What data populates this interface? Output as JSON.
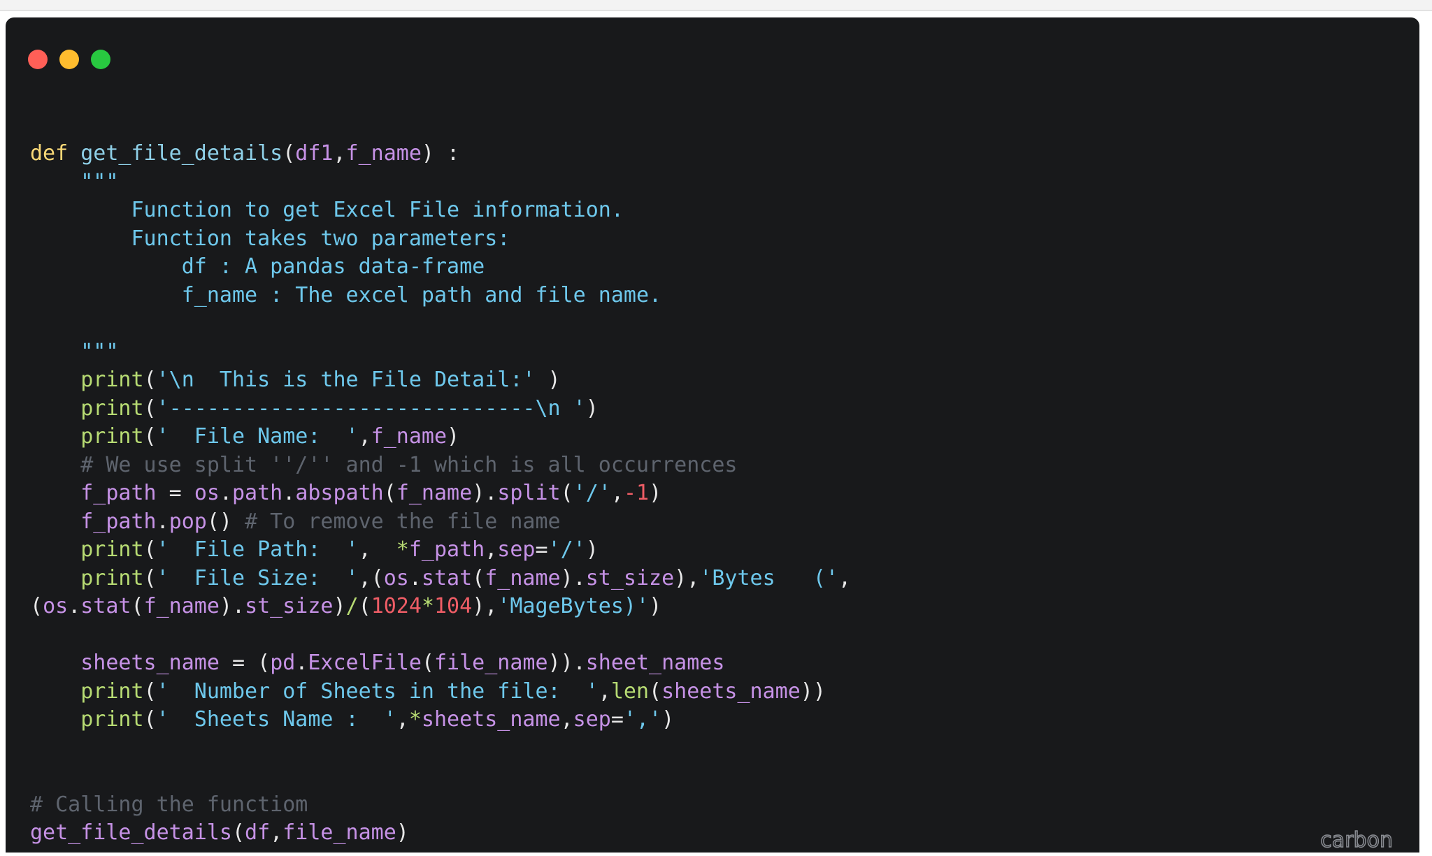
{
  "window": {
    "controls": [
      {
        "name": "close",
        "color": "#ff5f57"
      },
      {
        "name": "minimize",
        "color": "#febc2e"
      },
      {
        "name": "zoom",
        "color": "#28c840"
      }
    ],
    "background": "#18191b"
  },
  "theme": {
    "keyword": "#f8d877",
    "function": "#8fd0e8",
    "identifier": "#c692e6",
    "string": "#6ec8ec",
    "builtin": "#b7db73",
    "number": "#ef5d66",
    "comment": "#5e646e",
    "punctuation": "#e8e8e8"
  },
  "code_lines": [
    [
      [
        "kw",
        "def"
      ],
      [
        "pn",
        " "
      ],
      [
        "fn",
        "get_file_details"
      ],
      [
        "pn",
        "("
      ],
      [
        "prm",
        "df1"
      ],
      [
        "pn",
        ","
      ],
      [
        "prm",
        "f_name"
      ],
      [
        "pn",
        ") :"
      ]
    ],
    [
      [
        "pn",
        "    "
      ],
      [
        "str",
        "\"\"\""
      ]
    ],
    [
      [
        "str",
        "        Function to get Excel File information."
      ]
    ],
    [
      [
        "str",
        "        Function takes two parameters:"
      ]
    ],
    [
      [
        "str",
        "            df : A pandas data-frame"
      ]
    ],
    [
      [
        "str",
        "            f_name : The excel path and file name."
      ]
    ],
    [],
    [
      [
        "pn",
        "    "
      ],
      [
        "str",
        "\"\"\""
      ]
    ],
    [
      [
        "pn",
        "    "
      ],
      [
        "bi",
        "print"
      ],
      [
        "pn",
        "("
      ],
      [
        "str",
        "'\\n  This is the File Detail:'"
      ],
      [
        "pn",
        " )"
      ]
    ],
    [
      [
        "pn",
        "    "
      ],
      [
        "bi",
        "print"
      ],
      [
        "pn",
        "("
      ],
      [
        "str",
        "'-----------------------------\\n '"
      ],
      [
        "pn",
        ")"
      ]
    ],
    [
      [
        "pn",
        "    "
      ],
      [
        "bi",
        "print"
      ],
      [
        "pn",
        "("
      ],
      [
        "str",
        "'  File Name:  '"
      ],
      [
        "pn",
        ","
      ],
      [
        "id",
        "f_name"
      ],
      [
        "pn",
        ")"
      ]
    ],
    [
      [
        "pn",
        "    "
      ],
      [
        "cmt",
        "# We use split ''/'' and -1 which is all occurrences"
      ]
    ],
    [
      [
        "pn",
        "    "
      ],
      [
        "id",
        "f_path"
      ],
      [
        "pn",
        " = "
      ],
      [
        "id",
        "os"
      ],
      [
        "pn",
        "."
      ],
      [
        "id",
        "path"
      ],
      [
        "pn",
        "."
      ],
      [
        "id",
        "abspath"
      ],
      [
        "pn",
        "("
      ],
      [
        "id",
        "f_name"
      ],
      [
        "pn",
        ")."
      ],
      [
        "id",
        "split"
      ],
      [
        "pn",
        "("
      ],
      [
        "str",
        "'/'"
      ],
      [
        "pn",
        ","
      ],
      [
        "num",
        "-1"
      ],
      [
        "pn",
        ")"
      ]
    ],
    [
      [
        "pn",
        "    "
      ],
      [
        "id",
        "f_path"
      ],
      [
        "pn",
        "."
      ],
      [
        "id",
        "pop"
      ],
      [
        "pn",
        "() "
      ],
      [
        "cmt",
        "# To remove the file name"
      ]
    ],
    [
      [
        "pn",
        "    "
      ],
      [
        "bi",
        "print"
      ],
      [
        "pn",
        "("
      ],
      [
        "str",
        "'  File Path:  '"
      ],
      [
        "pn",
        ",  "
      ],
      [
        "bi",
        "*"
      ],
      [
        "id",
        "f_path"
      ],
      [
        "pn",
        ","
      ],
      [
        "id",
        "sep"
      ],
      [
        "pn",
        "="
      ],
      [
        "str",
        "'/'"
      ],
      [
        "pn",
        ")"
      ]
    ],
    [
      [
        "pn",
        "    "
      ],
      [
        "bi",
        "print"
      ],
      [
        "pn",
        "("
      ],
      [
        "str",
        "'  File Size:  '"
      ],
      [
        "pn",
        ",("
      ],
      [
        "id",
        "os"
      ],
      [
        "pn",
        "."
      ],
      [
        "id",
        "stat"
      ],
      [
        "pn",
        "("
      ],
      [
        "id",
        "f_name"
      ],
      [
        "pn",
        ")."
      ],
      [
        "id",
        "st_size"
      ],
      [
        "pn",
        "),"
      ],
      [
        "str",
        "'Bytes   ('"
      ],
      [
        "pn",
        ","
      ]
    ],
    [
      [
        "pn",
        "("
      ],
      [
        "id",
        "os"
      ],
      [
        "pn",
        "."
      ],
      [
        "id",
        "stat"
      ],
      [
        "pn",
        "("
      ],
      [
        "id",
        "f_name"
      ],
      [
        "pn",
        ")."
      ],
      [
        "id",
        "st_size"
      ],
      [
        "pn",
        ")"
      ],
      [
        "bi",
        "/"
      ],
      [
        "pn",
        "("
      ],
      [
        "num",
        "1024"
      ],
      [
        "bi",
        "*"
      ],
      [
        "num",
        "104"
      ],
      [
        "pn",
        "),"
      ],
      [
        "str",
        "'MageBytes)'"
      ],
      [
        "pn",
        ")"
      ]
    ],
    [],
    [
      [
        "pn",
        "    "
      ],
      [
        "id",
        "sheets_name"
      ],
      [
        "pn",
        " = ("
      ],
      [
        "id",
        "pd"
      ],
      [
        "pn",
        "."
      ],
      [
        "id",
        "ExcelFile"
      ],
      [
        "pn",
        "("
      ],
      [
        "id",
        "file_name"
      ],
      [
        "pn",
        "))."
      ],
      [
        "id",
        "sheet_names"
      ]
    ],
    [
      [
        "pn",
        "    "
      ],
      [
        "bi",
        "print"
      ],
      [
        "pn",
        "("
      ],
      [
        "str",
        "'  Number of Sheets in the file:  '"
      ],
      [
        "pn",
        ","
      ],
      [
        "bi",
        "len"
      ],
      [
        "pn",
        "("
      ],
      [
        "id",
        "sheets_name"
      ],
      [
        "pn",
        "))"
      ]
    ],
    [
      [
        "pn",
        "    "
      ],
      [
        "bi",
        "print"
      ],
      [
        "pn",
        "("
      ],
      [
        "str",
        "'  Sheets Name :  '"
      ],
      [
        "pn",
        ","
      ],
      [
        "bi",
        "*"
      ],
      [
        "id",
        "sheets_name"
      ],
      [
        "pn",
        ","
      ],
      [
        "id",
        "sep"
      ],
      [
        "pn",
        "="
      ],
      [
        "str",
        "','"
      ],
      [
        "pn",
        ")"
      ]
    ],
    [],
    [],
    [
      [
        "cmt",
        "# Calling the functiom"
      ]
    ],
    [
      [
        "id",
        "get_file_details"
      ],
      [
        "pn",
        "("
      ],
      [
        "id",
        "df"
      ],
      [
        "pn",
        ","
      ],
      [
        "id",
        "file_name"
      ],
      [
        "pn",
        ")"
      ]
    ]
  ],
  "watermark": "carbon"
}
